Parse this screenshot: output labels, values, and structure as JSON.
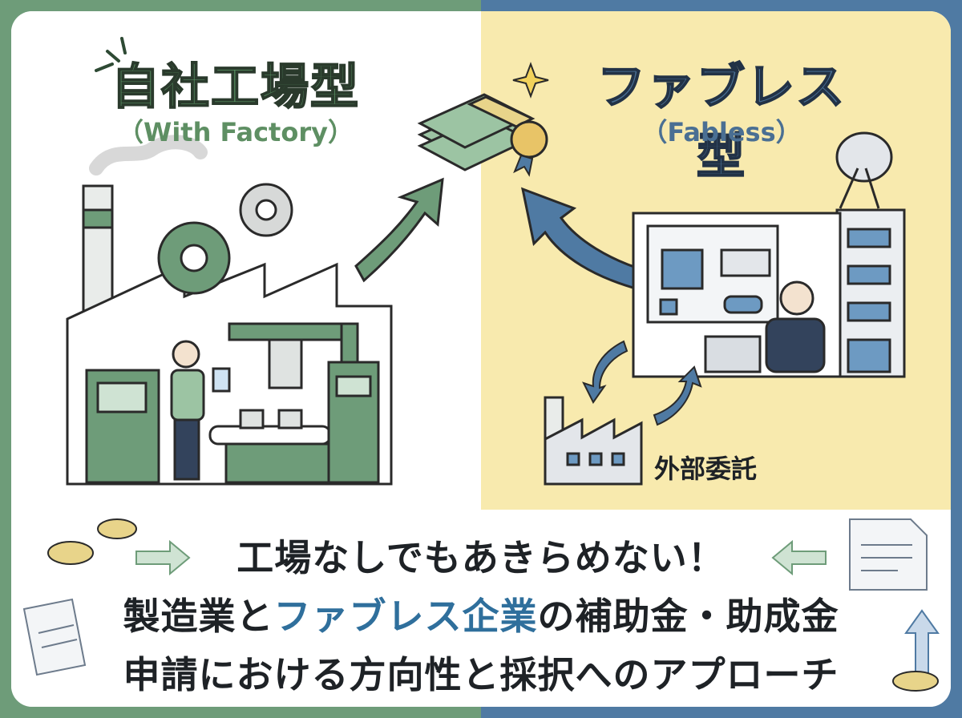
{
  "left": {
    "title": "自社工場型",
    "subtitle": "（With Factory）"
  },
  "right": {
    "title": "ファブレス型",
    "subtitle": "（Fabless）",
    "outsource_label": "外部委託"
  },
  "headline": {
    "line1": "工場なしでもあきらめない！",
    "line2_a": "製造業と",
    "line2_b": "ファブレス企業",
    "line2_c": "の補助金・助成金",
    "line3": "申請における方向性と採択へのアプローチ"
  },
  "colors": {
    "left_accent": "#6e9c79",
    "right_accent": "#4f7aa3",
    "right_panel": "#f8eaae"
  }
}
